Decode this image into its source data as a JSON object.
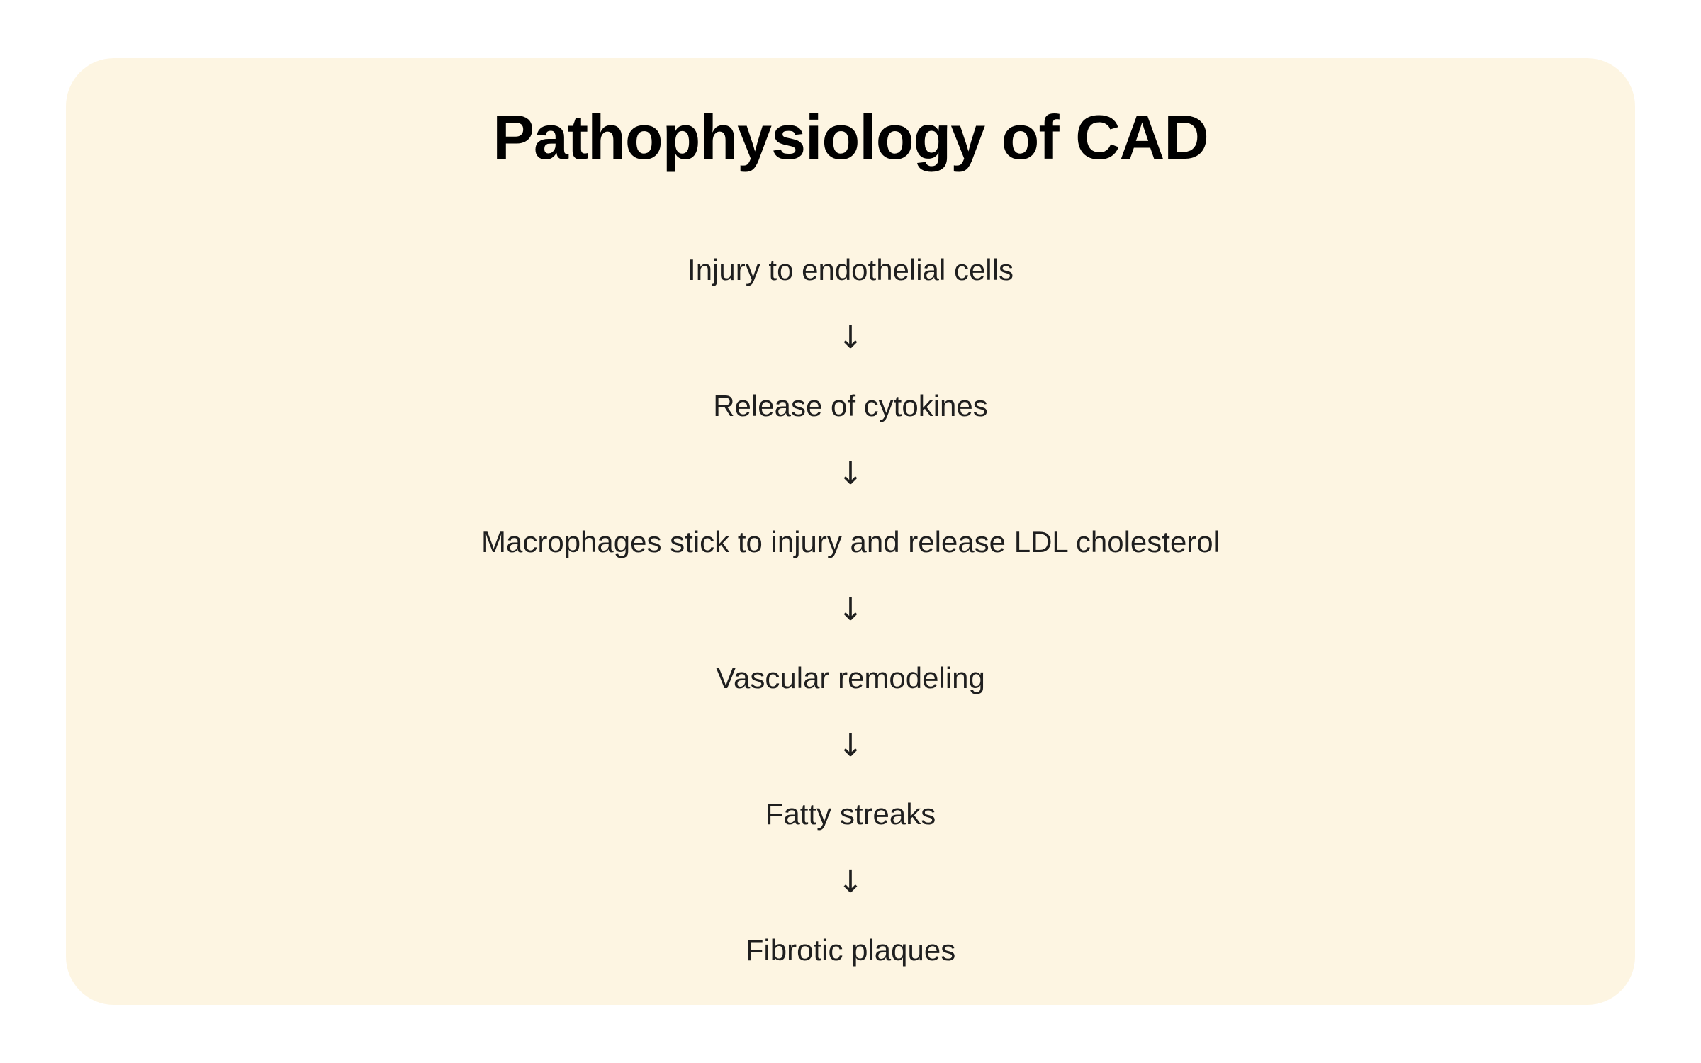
{
  "card": {
    "title": "Pathophysiology of CAD",
    "background_color": "#FDF5E2",
    "page_background_color": "#FFFFFF",
    "title_color": "#000000",
    "text_color": "#1F1F1F"
  },
  "flow": {
    "arrow_symbol": "↓",
    "steps": [
      "Injury to endothelial cells",
      "Release of cytokines",
      "Macrophages stick to injury and release LDL cholesterol",
      "Vascular remodeling",
      "Fatty streaks",
      "Fibrotic plaques"
    ]
  }
}
